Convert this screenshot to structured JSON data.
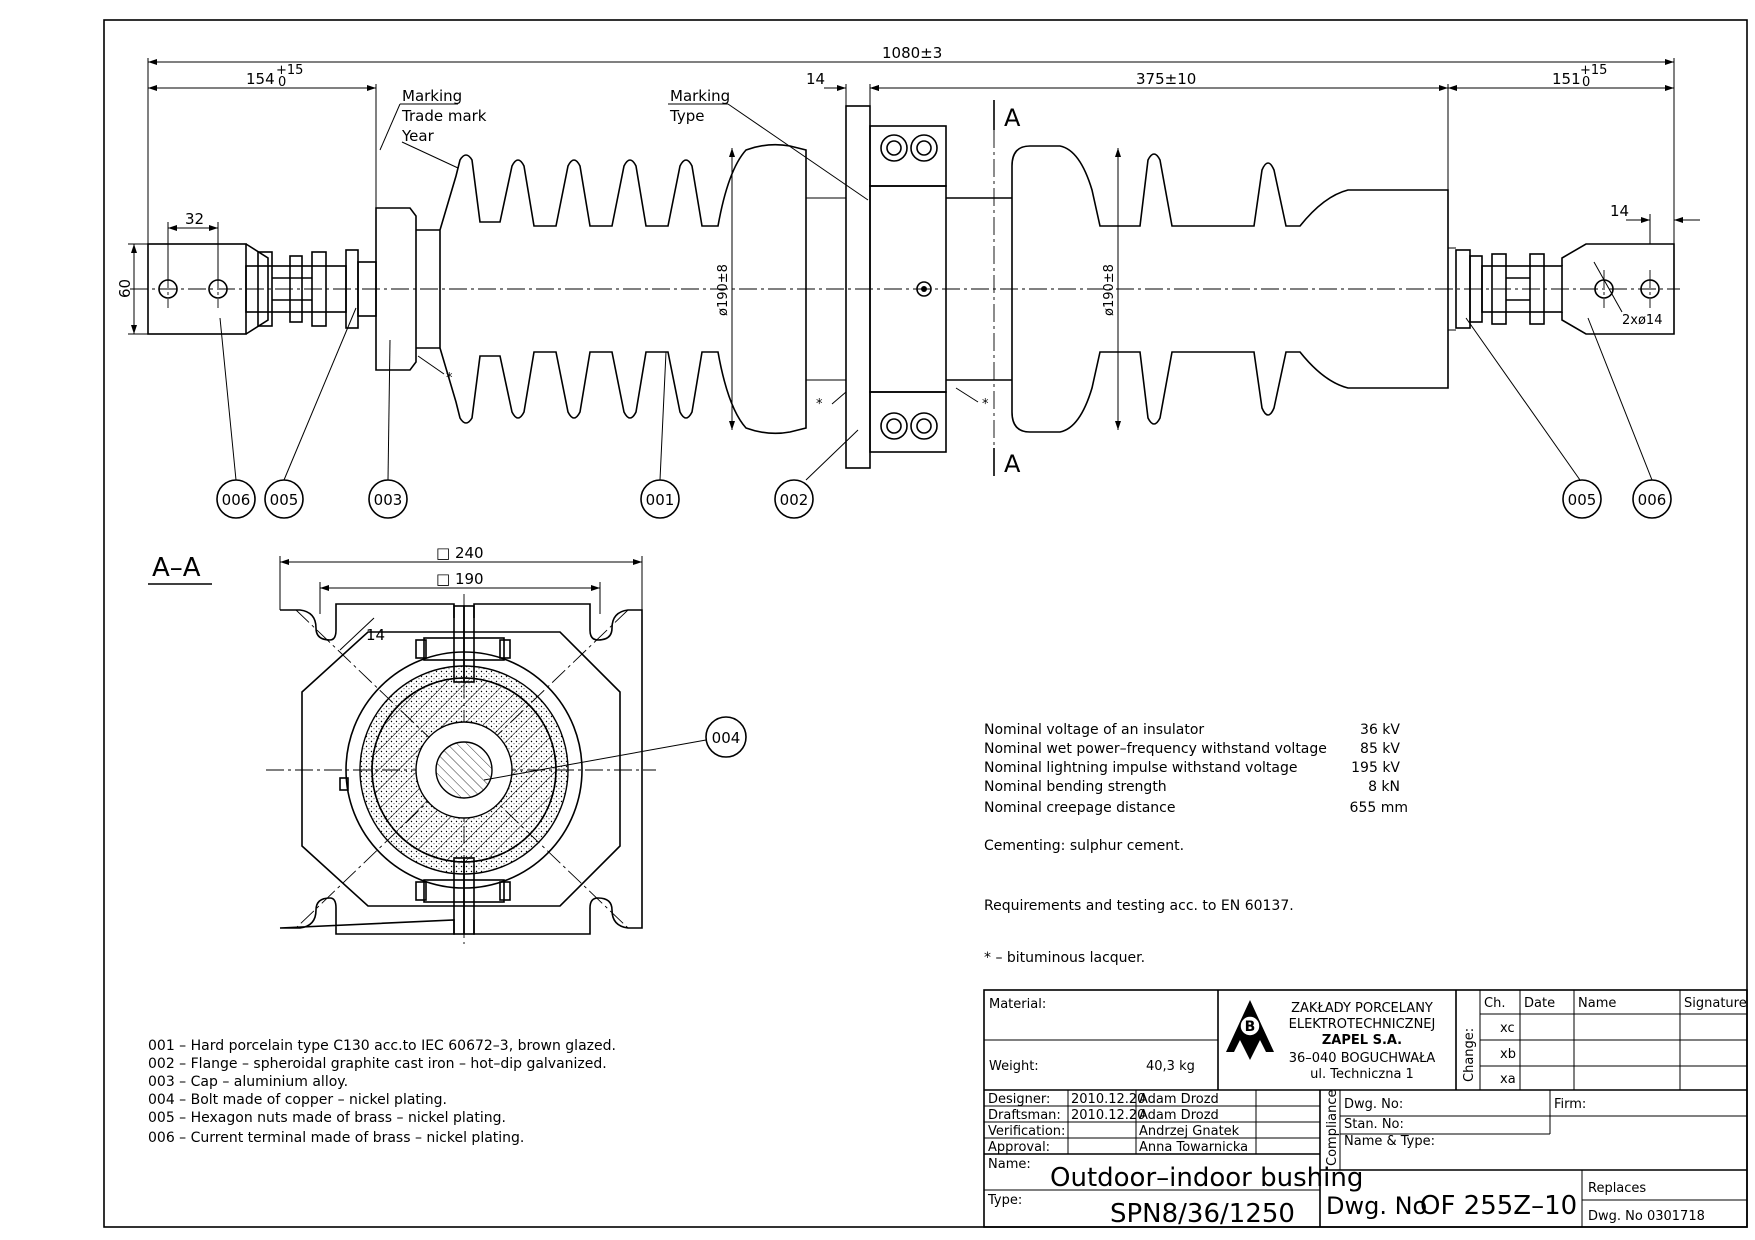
{
  "dimensions": {
    "overall": "1080±3",
    "left_terminal": "154",
    "left_terminal_tol_upper": "+15",
    "left_terminal_tol_lower": "0",
    "flange_thk": "14",
    "right_part": "375±10",
    "right_terminal": "151",
    "right_terminal_tol_upper": "+15",
    "right_terminal_tol_lower": "0",
    "left_hole_pitch": "32",
    "terminal_width": "60",
    "right_tab": "14",
    "holes": "2xø14",
    "shed_dia_left": "ø190±8",
    "shed_dia_right": "ø190±8"
  },
  "annotations": {
    "marking_left_title": "Marking",
    "marking_left_line1": "Trade mark",
    "marking_left_line2": "Year",
    "marking_right_title": "Marking",
    "marking_right_line1": "Type",
    "section_mark_top": "A",
    "section_mark_bottom": "A",
    "asterisk": "*"
  },
  "balloons": {
    "b006l": "006",
    "b005l": "005",
    "b003": "003",
    "b001": "001",
    "b002": "002",
    "b005r": "005",
    "b006r": "006",
    "b004": "004"
  },
  "section_view": {
    "title": "A–A",
    "dim_outer": "□ 240",
    "dim_inner": "□ 190",
    "dim_slot": "14"
  },
  "ratings": [
    {
      "label": "Nominal voltage of an insulator",
      "value": "36 kV"
    },
    {
      "label": "Nominal wet power–frequency withstand voltage",
      "value": "85 kV"
    },
    {
      "label": "Nominal lightning impulse withstand voltage",
      "value": "195 kV"
    },
    {
      "label": "Nominal bending strength",
      "value": "8 kN"
    },
    {
      "label": "Nominal creepage distance",
      "value": "655 mm"
    }
  ],
  "notes": {
    "cementing": "Cementing: sulphur cement.",
    "requirements": "Requirements and testing acc. to EN 60137.",
    "lacquer": "* – bituminous lacquer."
  },
  "parts": [
    "001 – Hard porcelain type C130 acc.to IEC 60672–3, brown glazed.",
    "002 – Flange – spheroidal graphite cast iron – hot–dip galvanized.",
    "003 – Cap – aluminium alloy.",
    "004 – Bolt made of copper – nickel plating.",
    "005 – Hexagon nuts made of brass – nickel plating.",
    "006 – Current terminal made of brass – nickel plating."
  ],
  "title_block": {
    "material_label": "Material:",
    "weight_label": "Weight:",
    "weight_value": "40,3 kg",
    "company_line1": "ZAKŁADY PORCELANY",
    "company_line2": "ELEKTROTECHNICZNEJ",
    "company_line3": "ZAPEL S.A.",
    "company_line4": "36–040 BOGUCHWAŁA",
    "company_line5": "ul. Techniczna 1",
    "logo_letter": "B",
    "change_label": "Change:",
    "rev_headers": [
      "Ch.",
      "Date",
      "Name",
      "Signature"
    ],
    "rev_rows": [
      "xc",
      "xb",
      "xa"
    ],
    "people": [
      {
        "role": "Designer:",
        "date": "2010.12.20",
        "name": "Adam Drozd"
      },
      {
        "role": "Draftsman:",
        "date": "2010.12.20",
        "name": "Adam Drozd"
      },
      {
        "role": "Verification:",
        "date": "",
        "name": "Andrzej Gnatek"
      },
      {
        "role": "Approval:",
        "date": "",
        "name": "Anna Towarnicka"
      }
    ],
    "compliance_label": "Compliance",
    "dwg_no_label": "Dwg. No:",
    "firm_label": "Firm:",
    "stan_no_label": "Stan. No:",
    "name_type_label": "Name & Type:",
    "name_label": "Name:",
    "name_value": "Outdoor–indoor bushing",
    "type_label": "Type:",
    "type_value": "SPN8/36/1250",
    "dwg_label": "Dwg. No",
    "dwg_value": "OF 255Z–10",
    "replaces_label": "Replaces",
    "replaces_value": "Dwg. No 0301718"
  }
}
